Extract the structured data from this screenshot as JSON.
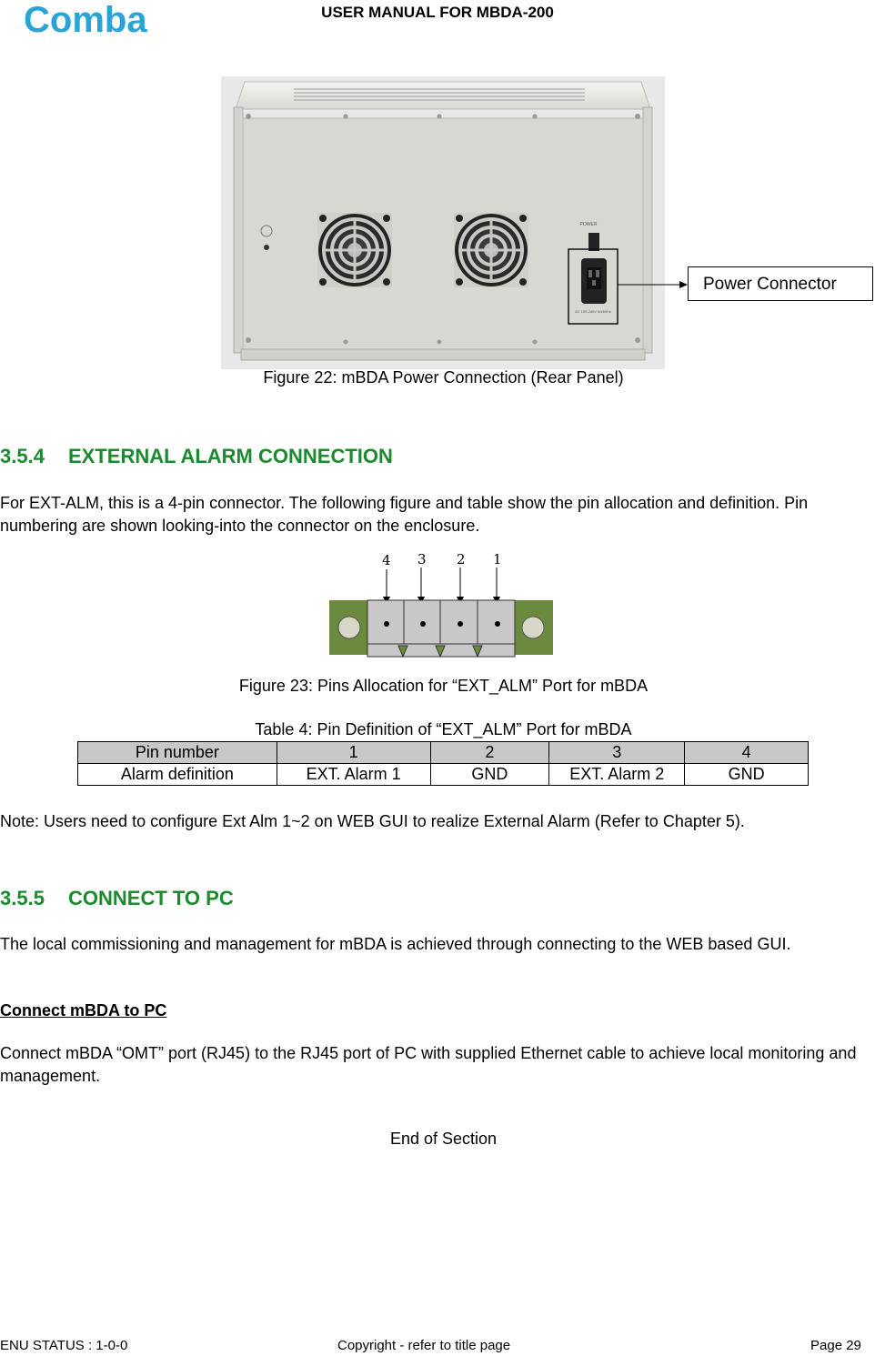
{
  "header": {
    "logo_text": "Comba",
    "title": "USER MANUAL FOR MBDA-200"
  },
  "figure22": {
    "panel_label": "POWER",
    "rating_text": "AC 100-240V 50/60Hz",
    "callout": "Power Connector",
    "caption": "Figure 22: mBDA Power Connection (Rear Panel)"
  },
  "section_354": {
    "number": "3.5.4",
    "title": "EXTERNAL ALARM CONNECTION",
    "intro": "For EXT-ALM, this is a 4-pin connector. The following figure and table show the pin allocation and definition. Pin numbering are shown looking-into the connector on the enclosure."
  },
  "figure23": {
    "pin_labels": [
      "4",
      "3",
      "2",
      "1"
    ],
    "caption": "Figure 23:  Pins Allocation for “EXT_ALM” Port for mBDA"
  },
  "table4": {
    "caption": "Table 4: Pin Definition of “EXT_ALM” Port for mBDA",
    "rows": [
      [
        "Pin number",
        "1",
        "2",
        "3",
        "4"
      ],
      [
        "Alarm definition",
        "EXT. Alarm 1",
        "GND",
        "EXT. Alarm 2",
        "GND"
      ]
    ]
  },
  "note": "Note: Users need to configure Ext Alm 1~2 on WEB GUI to realize External Alarm (Refer to Chapter 5).",
  "section_355": {
    "number": "3.5.5",
    "title": "CONNECT TO PC",
    "intro": "The local commissioning and management for mBDA is achieved through connecting to the WEB based GUI.",
    "subheading": "Connect mBDA to PC",
    "body": "Connect mBDA “OMT” port (RJ45) to the RJ45 port of PC with supplied Ethernet cable to achieve local monitoring and management."
  },
  "end_text": "End of Section",
  "footer": {
    "status": "ENU STATUS : 1-0-0",
    "copyright": "Copyright - refer to title page",
    "page": "Page 29"
  },
  "colors": {
    "heading": "#1c8a2e",
    "logo": "#2aa3d8",
    "table_header_bg": "#c8c8c8",
    "connector_green": "#6b8a3e"
  }
}
